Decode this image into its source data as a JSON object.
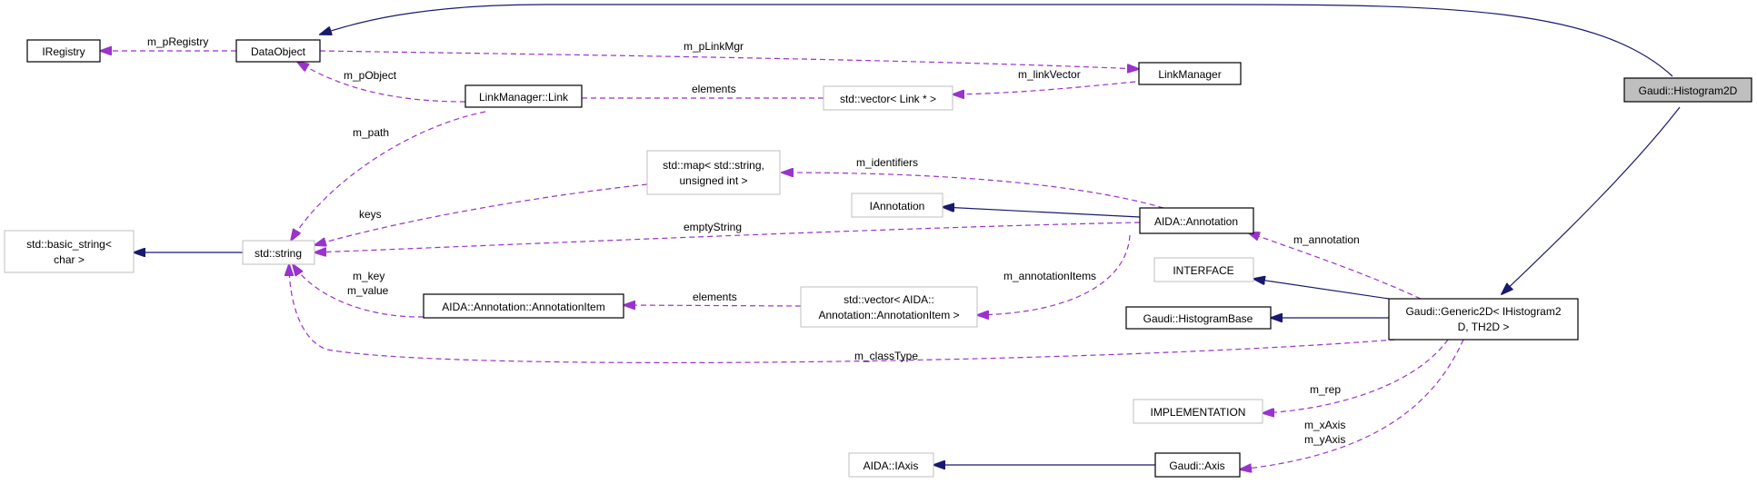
{
  "nodes": {
    "histogram2d": "Gaudi::Histogram2D",
    "dataobject": "DataObject",
    "iregistry": "IRegistry",
    "linkmanager": "LinkManager",
    "linkmanager_link": "LinkManager::Link",
    "vector_link": "std::vector< Link * >",
    "map_string": [
      "std::map< std::string,",
      "unsigned int >"
    ],
    "iannotation": "IAnnotation",
    "aida_annotation": "AIDA::Annotation",
    "basic_string": [
      "std::basic_string<",
      "char >"
    ],
    "std_string": "std::string",
    "interface": "INTERFACE",
    "annotation_item": "AIDA::Annotation::AnnotationItem",
    "vector_annotation": [
      "std::vector< AIDA::",
      "Annotation::AnnotationItem >"
    ],
    "histogram_base": "Gaudi::HistogramBase",
    "generic2d": [
      "Gaudi::Generic2D< IHistogram2",
      "D, TH2D >"
    ],
    "implementation": "IMPLEMENTATION",
    "aida_iaxis": "AIDA::IAxis",
    "gaudi_axis": "Gaudi::Axis"
  },
  "edge_labels": {
    "m_pRegistry": "m_pRegistry",
    "m_pLinkMgr": "m_pLinkMgr",
    "m_pObject": "m_pObject",
    "elements_link": "elements",
    "m_linkVector": "m_linkVector",
    "m_path": "m_path",
    "m_identifiers": "m_identifiers",
    "keys": "keys",
    "emptyString": "emptyString",
    "m_annotation": "m_annotation",
    "m_key": "m_key",
    "m_value": "m_value",
    "elements_item": "elements",
    "m_annotationItems": "m_annotationItems",
    "m_classType": "m_classType",
    "m_rep": "m_rep",
    "m_xAxis": "m_xAxis",
    "m_yAxis": "m_yAxis"
  },
  "colors": {
    "inheritance": "#191970",
    "usage": "#9a32cd",
    "focus_fill": "#bfbfbf",
    "external_border": "#bfbfbf"
  }
}
